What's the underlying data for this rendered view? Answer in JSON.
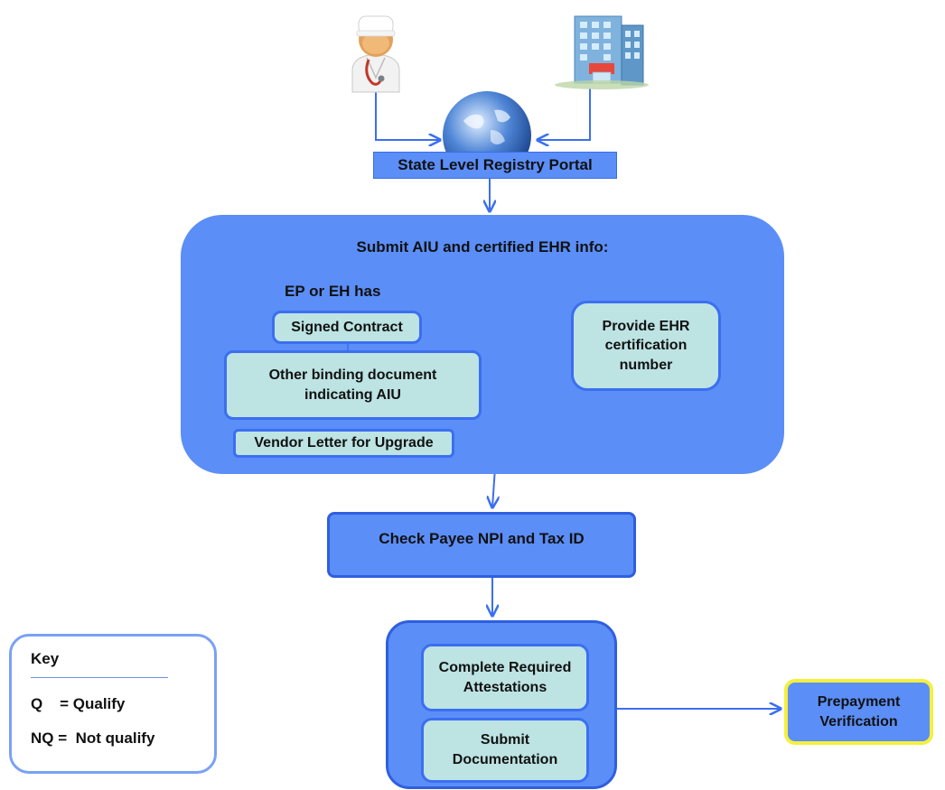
{
  "portal": {
    "label": "State Level Registry Portal",
    "icons": {
      "provider": "doctor-icon",
      "hospital": "hospital-building-icon",
      "internet": "globe-icon"
    }
  },
  "submit_section": {
    "title": "Submit AIU and certified EHR info:",
    "has_label": "EP or EH has",
    "signed_contract": "Signed Contract",
    "other_document": "Other binding document indicating AIU",
    "vendor_letter": "Vendor Letter for Upgrade",
    "ehr_certification": "Provide EHR certification number"
  },
  "check_payee": "Check Payee NPI and Tax ID",
  "attestation_section": {
    "complete": "Complete Required Attestations",
    "submit": "Submit Documentation"
  },
  "prepayment": "Prepayment Verification",
  "key": {
    "title": "Key",
    "q": "Q    = Qualify",
    "nq": "NQ =  Not qualify"
  },
  "colors": {
    "box_fill": "#5b8ef7",
    "box_border": "#2f5fdf",
    "light_fill": "#bde3e3",
    "arrow": "#3b6ff0",
    "highlight_border": "#f4f03c"
  }
}
